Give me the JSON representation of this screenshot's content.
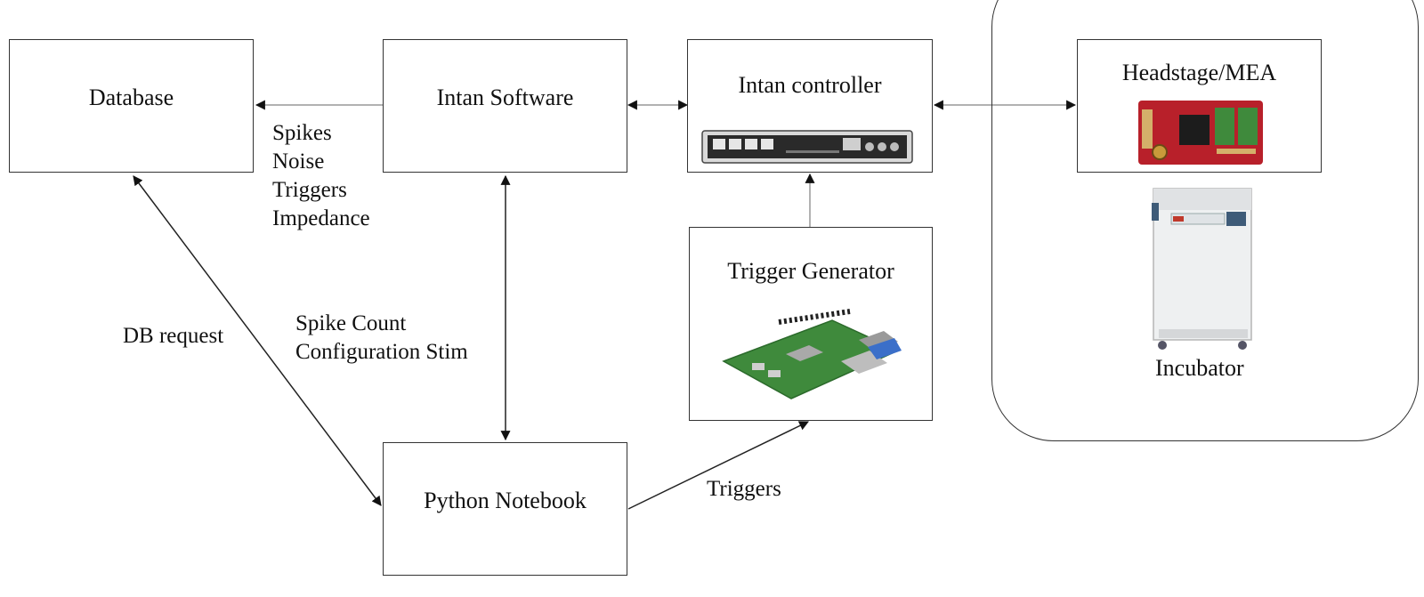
{
  "nodes": {
    "database": {
      "label": "Database"
    },
    "intan_software": {
      "label": "Intan Software"
    },
    "intan_controller": {
      "label": "Intan controller"
    },
    "headstage": {
      "label": "Headstage/MEA"
    },
    "trigger_generator": {
      "label": "Trigger Generator"
    },
    "python_notebook": {
      "label": "Python Notebook"
    },
    "incubator": {
      "label": "Incubator"
    }
  },
  "edge_labels": {
    "software_to_db": [
      "Spikes",
      "Noise",
      "Triggers",
      "Impedance"
    ],
    "db_request": "DB request",
    "software_notebook": [
      "Spike Count",
      "Configuration Stim"
    ],
    "notebook_to_generator": "Triggers"
  },
  "colors": {
    "board_red": "#b8202a",
    "board_green": "#3f8a3c",
    "chip_black": "#1c1c1c",
    "metal_grey": "#9a9a9a",
    "incubator_white": "#eef0f1"
  }
}
